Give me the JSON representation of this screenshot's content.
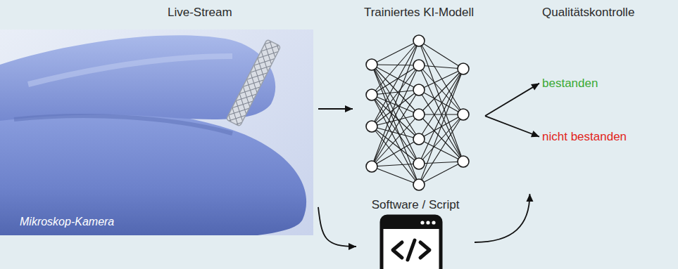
{
  "diagram": {
    "nodes": [
      {
        "text": [
          "Live-Stream",
          "Mikroskop-Kamera"
        ]
      },
      {
        "text": [
          "Trainiertes KI-Modell"
        ]
      },
      {
        "text": [
          "Software / Script"
        ]
      },
      {
        "text": [
          "Qualitätskontrolle"
        ]
      },
      {
        "text": [
          "bestanden"
        ],
        "in": 3
      },
      {
        "text": [
          "nicht bestanden"
        ],
        "in": 3
      }
    ],
    "edges": [
      {
        "from": 0,
        "to": 1,
        "arrow": "to"
      },
      {
        "from": 1,
        "to": 4,
        "arrow": "to"
      },
      {
        "from": 1,
        "to": 5,
        "arrow": "to"
      },
      {
        "from": 0,
        "to": 2,
        "arrow": "to"
      },
      {
        "from": 2,
        "to": 3,
        "arrow": "to"
      }
    ]
  }
}
